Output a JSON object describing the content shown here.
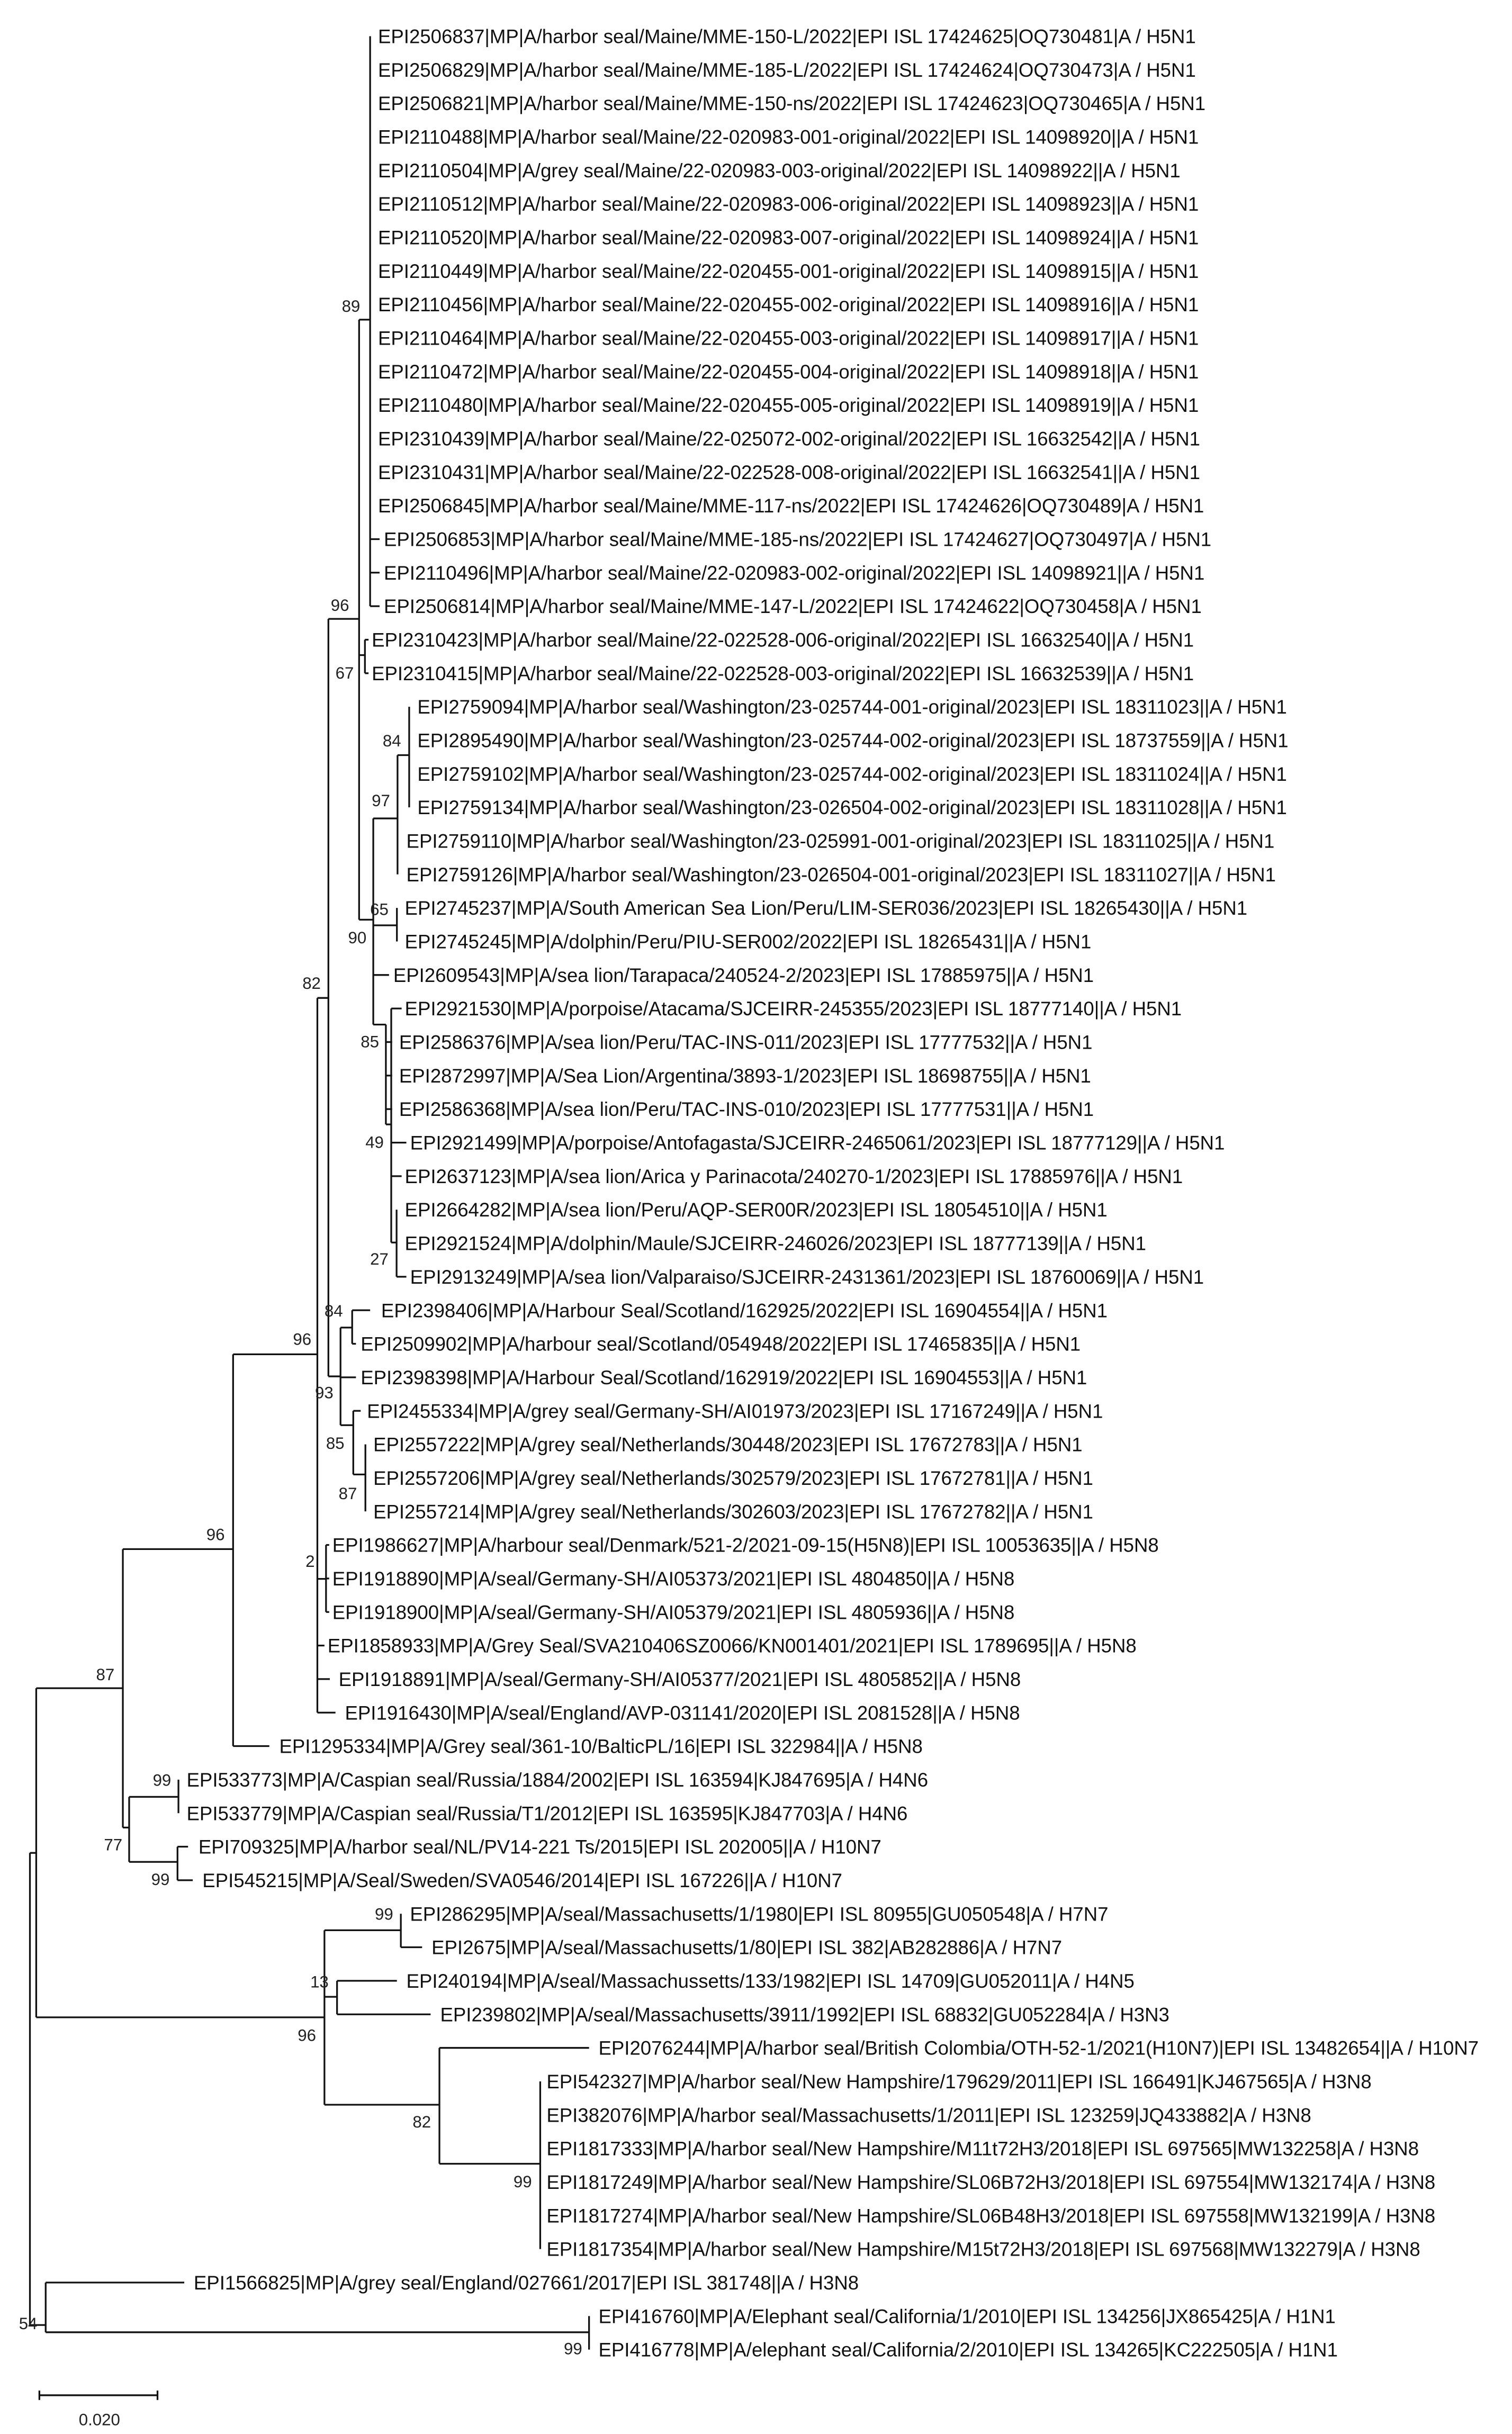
{
  "tree": {
    "leaves": [
      "EPI2506837|MP|A/harbor seal/Maine/MME-150-L/2022|EPI ISL 17424625|OQ730481|A / H5N1",
      "EPI2506829|MP|A/harbor seal/Maine/MME-185-L/2022|EPI ISL 17424624|OQ730473|A / H5N1",
      "EPI2506821|MP|A/harbor seal/Maine/MME-150-ns/2022|EPI ISL 17424623|OQ730465|A / H5N1",
      "EPI2110488|MP|A/harbor seal/Maine/22-020983-001-original/2022|EPI ISL 14098920||A / H5N1",
      "EPI2110504|MP|A/grey seal/Maine/22-020983-003-original/2022|EPI ISL 14098922||A / H5N1",
      "EPI2110512|MP|A/harbor seal/Maine/22-020983-006-original/2022|EPI ISL 14098923||A / H5N1",
      "EPI2110520|MP|A/harbor seal/Maine/22-020983-007-original/2022|EPI ISL 14098924||A / H5N1",
      "EPI2110449|MP|A/harbor seal/Maine/22-020455-001-original/2022|EPI ISL 14098915||A / H5N1",
      "EPI2110456|MP|A/harbor seal/Maine/22-020455-002-original/2022|EPI ISL 14098916||A / H5N1",
      "EPI2110464|MP|A/harbor seal/Maine/22-020455-003-original/2022|EPI ISL 14098917||A / H5N1",
      "EPI2110472|MP|A/harbor seal/Maine/22-020455-004-original/2022|EPI ISL 14098918||A / H5N1",
      "EPI2110480|MP|A/harbor seal/Maine/22-020455-005-original/2022|EPI ISL 14098919||A / H5N1",
      "EPI2310439|MP|A/harbor seal/Maine/22-025072-002-original/2022|EPI ISL 16632542||A / H5N1",
      "EPI2310431|MP|A/harbor seal/Maine/22-022528-008-original/2022|EPI ISL 16632541||A / H5N1",
      "EPI2506845|MP|A/harbor seal/Maine/MME-117-ns/2022|EPI ISL 17424626|OQ730489|A / H5N1",
      "EPI2506853|MP|A/harbor seal/Maine/MME-185-ns/2022|EPI ISL 17424627|OQ730497|A / H5N1",
      "EPI2110496|MP|A/harbor seal/Maine/22-020983-002-original/2022|EPI ISL 14098921||A / H5N1",
      "EPI2506814|MP|A/harbor seal/Maine/MME-147-L/2022|EPI ISL 17424622|OQ730458|A / H5N1",
      "EPI2310423|MP|A/harbor seal/Maine/22-022528-006-original/2022|EPI ISL 16632540||A / H5N1",
      "EPI2310415|MP|A/harbor seal/Maine/22-022528-003-original/2022|EPI ISL 16632539||A / H5N1",
      "EPI2759094|MP|A/harbor seal/Washington/23-025744-001-original/2023|EPI ISL 18311023||A / H5N1",
      "EPI2895490|MP|A/harbor seal/Washington/23-025744-002-original/2023|EPI ISL 18737559||A / H5N1",
      "EPI2759102|MP|A/harbor seal/Washington/23-025744-002-original/2023|EPI ISL 18311024||A / H5N1",
      "EPI2759134|MP|A/harbor seal/Washington/23-026504-002-original/2023|EPI ISL 18311028||A / H5N1",
      "EPI2759110|MP|A/harbor seal/Washington/23-025991-001-original/2023|EPI ISL 18311025||A / H5N1",
      "EPI2759126|MP|A/harbor seal/Washington/23-026504-001-original/2023|EPI ISL 18311027||A / H5N1",
      "EPI2745237|MP|A/South American Sea Lion/Peru/LIM-SER036/2023|EPI ISL 18265430||A / H5N1",
      "EPI2745245|MP|A/dolphin/Peru/PIU-SER002/2022|EPI ISL 18265431||A / H5N1",
      "EPI2609543|MP|A/sea lion/Tarapaca/240524-2/2023|EPI ISL 17885975||A / H5N1",
      "EPI2921530|MP|A/porpoise/Atacama/SJCEIRR-245355/2023|EPI ISL 18777140||A / H5N1",
      "EPI2586376|MP|A/sea lion/Peru/TAC-INS-011/2023|EPI ISL 17777532||A / H5N1",
      "EPI2872997|MP|A/Sea Lion/Argentina/3893-1/2023|EPI ISL 18698755||A / H5N1",
      "EPI2586368|MP|A/sea lion/Peru/TAC-INS-010/2023|EPI ISL 17777531||A / H5N1",
      "EPI2921499|MP|A/porpoise/Antofagasta/SJCEIRR-2465061/2023|EPI ISL 18777129||A / H5N1",
      "EPI2637123|MP|A/sea lion/Arica y Parinacota/240270-1/2023|EPI ISL 17885976||A / H5N1",
      "EPI2664282|MP|A/sea lion/Peru/AQP-SER00R/2023|EPI ISL 18054510||A / H5N1",
      "EPI2921524|MP|A/dolphin/Maule/SJCEIRR-246026/2023|EPI ISL 18777139||A / H5N1",
      "EPI2913249|MP|A/sea lion/Valparaiso/SJCEIRR-2431361/2023|EPI ISL 18760069||A / H5N1",
      "EPI2398406|MP|A/Harbour Seal/Scotland/162925/2022|EPI ISL 16904554||A / H5N1",
      "EPI2509902|MP|A/harbour seal/Scotland/054948/2022|EPI ISL 17465835||A / H5N1",
      "EPI2398398|MP|A/Harbour Seal/Scotland/162919/2022|EPI ISL 16904553||A / H5N1",
      "EPI2455334|MP|A/grey seal/Germany-SH/AI01973/2023|EPI ISL 17167249||A / H5N1",
      "EPI2557222|MP|A/grey seal/Netherlands/30448/2023|EPI ISL 17672783||A / H5N1",
      "EPI2557206|MP|A/grey seal/Netherlands/302579/2023|EPI ISL 17672781||A / H5N1",
      "EPI2557214|MP|A/grey seal/Netherlands/302603/2023|EPI ISL 17672782||A / H5N1",
      "EPI1986627|MP|A/harbour seal/Denmark/521-2/2021-09-15(H5N8)|EPI ISL 10053635||A / H5N8",
      "EPI1918890|MP|A/seal/Germany-SH/AI05373/2021|EPI ISL 4804850||A / H5N8",
      "EPI1918900|MP|A/seal/Germany-SH/AI05379/2021|EPI ISL 4805936||A / H5N8",
      "EPI1858933|MP|A/Grey Seal/SVA210406SZ0066/KN001401/2021|EPI ISL 1789695||A / H5N8",
      "EPI1918891|MP|A/seal/Germany-SH/AI05377/2021|EPI ISL 4805852||A / H5N8",
      "EPI1916430|MP|A/seal/England/AVP-031141/2020|EPI ISL 2081528||A / H5N8",
      "EPI1295334|MP|A/Grey seal/361-10/BalticPL/16|EPI ISL 322984||A / H5N8",
      "EPI533773|MP|A/Caspian seal/Russia/1884/2002|EPI ISL 163594|KJ847695|A / H4N6",
      "EPI533779|MP|A/Caspian seal/Russia/T1/2012|EPI ISL 163595|KJ847703|A / H4N6",
      "EPI709325|MP|A/harbor seal/NL/PV14-221 Ts/2015|EPI ISL 202005||A / H10N7",
      "EPI545215|MP|A/Seal/Sweden/SVA0546/2014|EPI ISL 167226||A / H10N7",
      "EPI286295|MP|A/seal/Massachusetts/1/1980|EPI ISL 80955|GU050548|A / H7N7",
      "EPI2675|MP|A/seal/Massachusetts/1/80|EPI ISL 382|AB282886|A / H7N7",
      "EPI240194|MP|A/seal/Massachussetts/133/1982|EPI ISL 14709|GU052011|A / H4N5",
      "EPI239802|MP|A/seal/Massachusetts/3911/1992|EPI ISL 68832|GU052284|A / H3N3",
      "EPI2076244|MP|A/harbor seal/British Colombia/OTH-52-1/2021(H10N7)|EPI ISL 13482654||A / H10N7",
      "EPI542327|MP|A/harbor seal/New Hampshire/179629/2011|EPI ISL 166491|KJ467565|A / H3N8",
      "EPI382076|MP|A/harbor seal/Massachusetts/1/2011|EPI ISL 123259|JQ433882|A / H3N8",
      "EPI1817333|MP|A/harbor seal/New Hampshire/M11t72H3/2018|EPI ISL 697565|MW132258|A / H3N8",
      "EPI1817249|MP|A/harbor seal/New Hampshire/SL06B72H3/2018|EPI ISL 697554|MW132174|A / H3N8",
      "EPI1817274|MP|A/harbor seal/New Hampshire/SL06B48H3/2018|EPI ISL 697558|MW132199|A / H3N8",
      "EPI1817354|MP|A/harbor seal/New Hampshire/M15t72H3/2018|EPI ISL 697568|MW132279|A / H3N8",
      "EPI1566825|MP|A/grey seal/England/027661/2017|EPI ISL 381748||A / H3N8",
      "EPI416760|MP|A/Elephant seal/California/1/2010|EPI ISL 134256|JX865425|A / H1N1",
      "EPI416778|MP|A/elephant seal/California/2/2010|EPI ISL 134265|KC222505|A / H1N1"
    ],
    "support_values": [
      "89",
      "96",
      "67",
      "84",
      "97",
      "65",
      "90",
      "82",
      "85",
      "49",
      "27",
      "84",
      "96",
      "93",
      "85",
      "87",
      "2",
      "96",
      "87",
      "99",
      "77",
      "99",
      "99",
      "13",
      "96",
      "82",
      "99",
      "54",
      "99"
    ],
    "scale_bar": {
      "label": "0.020",
      "length": 0.02
    },
    "line_color": "#111111"
  }
}
